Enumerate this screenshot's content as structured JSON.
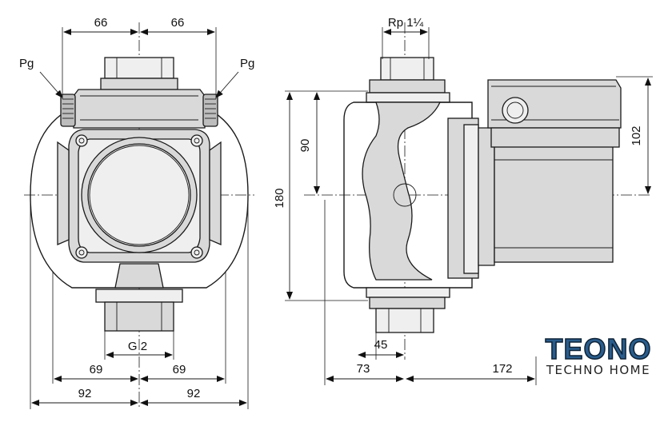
{
  "dimensions": {
    "front_top_left": "66",
    "front_top_right": "66",
    "pg_left": "Pg",
    "pg_right": "Pg",
    "thread_bottom": "G 2",
    "front_bottom_inner_left": "69",
    "front_bottom_inner_right": "69",
    "front_bottom_outer_left": "92",
    "front_bottom_outer_right": "92",
    "side_port": "Rp 1¼",
    "side_height_half": "90",
    "side_height_total": "180",
    "motor_height": "102",
    "side_bottom_port": "45",
    "side_bottom_left": "73",
    "side_bottom_right": "172"
  },
  "logo": {
    "name": "TEONO",
    "tagline": "TECHNO HOME",
    "color": "#2a5d8c"
  },
  "colors": {
    "line": "#1a1a1a",
    "background": "#ffffff"
  }
}
